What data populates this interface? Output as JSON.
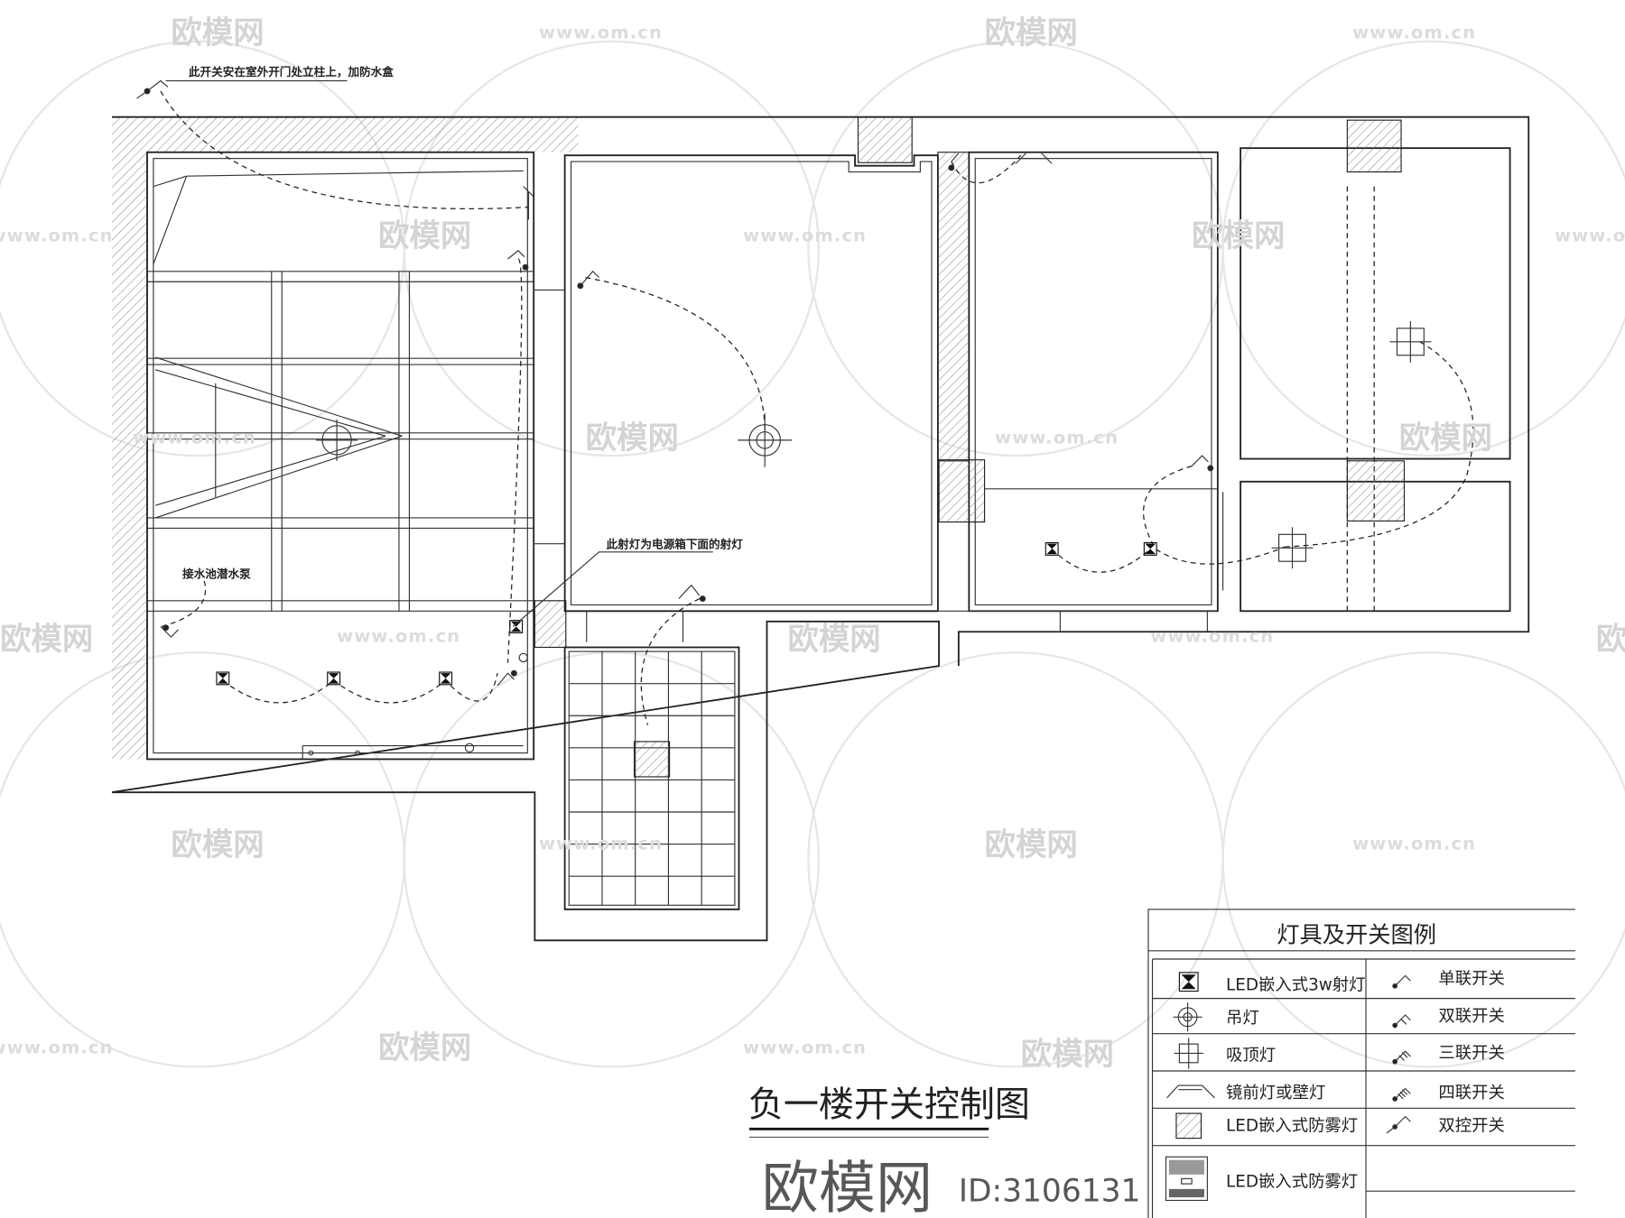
{
  "drawing": {
    "title": "负一楼开关控制图",
    "notes": {
      "outdoor_switch": "此开关安在室外开门处立柱上，加防水盒",
      "spotlight": "此射灯为电源箱下面的射灯",
      "pump": "接水池潜水泵"
    }
  },
  "legend": {
    "title": "灯具及开关图例",
    "lights": [
      {
        "icon": "led-spotlight-icon",
        "label": "LED嵌入式3w射灯"
      },
      {
        "icon": "pendant-lamp-icon",
        "label": "吊灯"
      },
      {
        "icon": "ceiling-lamp-icon",
        "label": "吸顶灯"
      },
      {
        "icon": "mirror-wall-lamp-icon",
        "label": "镜前灯或壁灯"
      },
      {
        "icon": "led-fogproof-lamp-icon",
        "label": "LED嵌入式防雾灯"
      },
      {
        "icon": "bath-heater-icon",
        "label": "LED嵌入式防雾灯"
      }
    ],
    "switches": [
      {
        "icon": "single-switch-icon",
        "label": "单联开关"
      },
      {
        "icon": "double-switch-icon",
        "label": "双联开关"
      },
      {
        "icon": "triple-switch-icon",
        "label": "三联开关"
      },
      {
        "icon": "quad-switch-icon",
        "label": "四联开关"
      },
      {
        "icon": "two-way-switch-icon",
        "label": "双控开关"
      }
    ]
  },
  "watermark": {
    "brand": "欧模网",
    "url": "www.om.cn",
    "id": "ID:3106131"
  }
}
